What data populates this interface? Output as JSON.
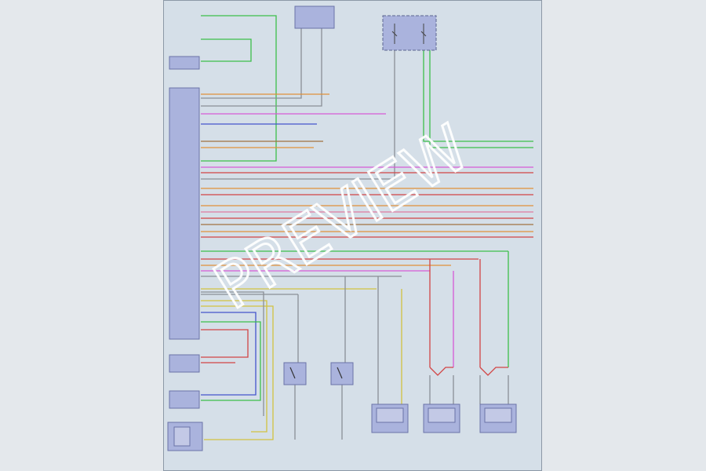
{
  "watermark": "PREVIEW",
  "colors": {
    "background": "#e4e8ec",
    "sheet": "#d5dfe8",
    "module": "#aab3dd",
    "wire_green": "#3cbf4a",
    "wire_orange": "#e0903a",
    "wire_magenta": "#d65ad6",
    "wire_brown": "#a07040",
    "wire_red": "#d24545",
    "wire_blue": "#4455cc",
    "wire_yellow": "#d2c240",
    "wire_gray": "#8a8f96",
    "wire_pink": "#e07aa0"
  },
  "components": [
    {
      "id": "main-control-module",
      "type": "module"
    },
    {
      "id": "connector-top-left",
      "type": "module"
    },
    {
      "id": "fuse-box",
      "type": "fuse"
    },
    {
      "id": "top-center-module",
      "type": "module"
    },
    {
      "id": "occupant-sensor-module",
      "type": "module"
    },
    {
      "id": "seat-belt-sensor",
      "type": "module"
    },
    {
      "id": "front-sensor-module",
      "type": "module"
    },
    {
      "id": "left-buckle-switch",
      "type": "switch"
    },
    {
      "id": "right-buckle-switch",
      "type": "switch"
    },
    {
      "id": "driver-inflator",
      "type": "inflator"
    },
    {
      "id": "left-seat-inflator",
      "type": "inflator"
    },
    {
      "id": "right-seat-inflator",
      "type": "inflator"
    }
  ]
}
